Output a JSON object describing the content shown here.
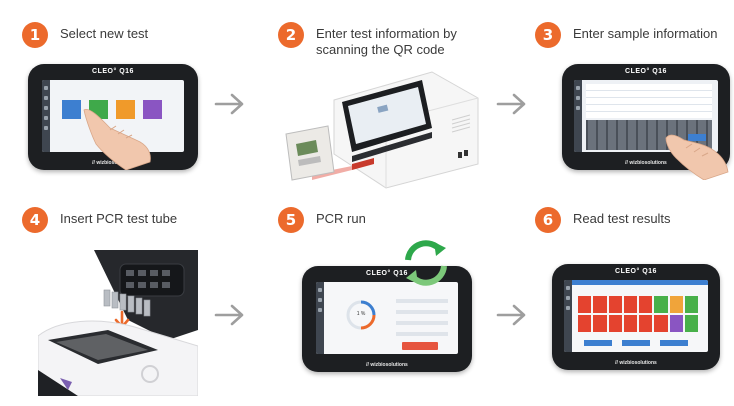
{
  "steps": [
    {
      "number": "1",
      "label": "Select new test"
    },
    {
      "number": "2",
      "label_line1": "Enter test information by",
      "label_line2": "scanning the QR code"
    },
    {
      "number": "3",
      "label": "Enter sample information"
    },
    {
      "number": "4",
      "label": "Insert PCR test tube"
    },
    {
      "number": "5",
      "label": "PCR run"
    },
    {
      "number": "6",
      "label": "Read test results"
    }
  ],
  "device": {
    "brand": "CLEO° Q16",
    "maker": "// wizbiosolutions"
  },
  "pcr_screen": {
    "percent": "1 %"
  },
  "colors": {
    "accent": "#ec6a2c",
    "arrow": "#9e9e9e",
    "tablet": "#1d1f22"
  }
}
